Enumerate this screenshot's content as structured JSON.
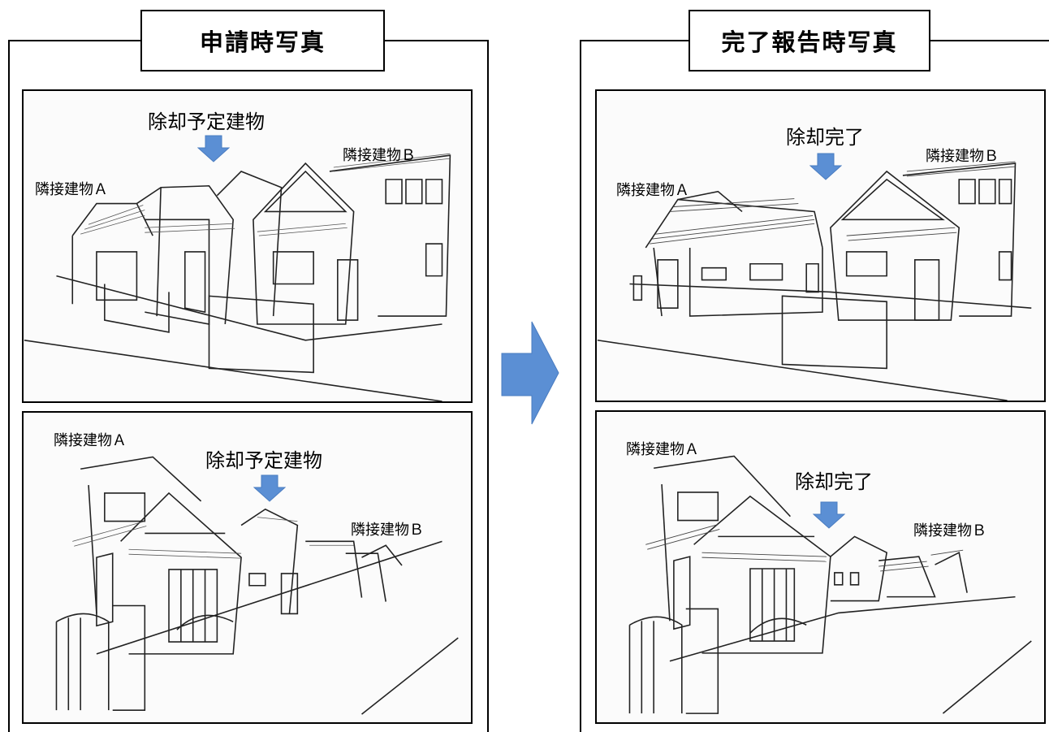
{
  "panels": {
    "before": {
      "title": "申請時写真",
      "photo1": {
        "target_label": "除却予定建物",
        "left_label": "隣接建物Ａ",
        "right_label": "隣接建物Ｂ"
      },
      "photo2": {
        "target_label": "除却予定建物",
        "left_label": "隣接建物Ａ",
        "right_label": "隣接建物Ｂ"
      }
    },
    "after": {
      "title": "完了報告時写真",
      "photo1": {
        "target_label": "除却完了",
        "left_label": "隣接建物Ａ",
        "right_label": "隣接建物Ｂ"
      },
      "photo2": {
        "target_label": "除却完了",
        "left_label": "隣接建物Ａ",
        "right_label": "隣接建物Ｂ"
      }
    }
  },
  "colors": {
    "arrow": "#5b8fd4",
    "arrow_border": "#4a7cc0",
    "line": "#000000"
  },
  "icons": {
    "marker": "down-arrow-icon",
    "transition": "right-arrow-icon"
  }
}
